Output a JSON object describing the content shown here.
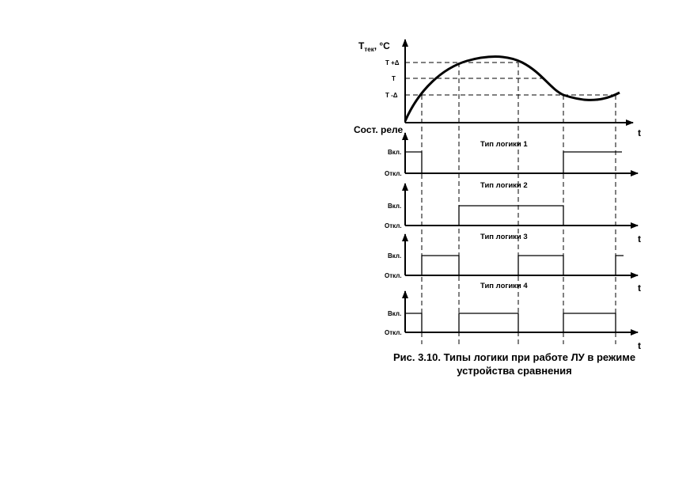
{
  "temperature_plot": {
    "y_label": "T",
    "y_label_sub": "тек",
    "y_label_unit": ", °C",
    "levels": [
      "T +Δ",
      "T",
      "T -Δ"
    ]
  },
  "relay_label": "Сост. реле",
  "time_label": "t",
  "on_label": "Вкл.",
  "off_label": "Откл.",
  "logic_types": [
    {
      "title": "Тип логики 1",
      "intervals": [
        [
          0,
          1
        ],
        [
          4,
          5
        ]
      ]
    },
    {
      "title": "Тип логики 2",
      "intervals": [
        [
          2,
          4
        ]
      ]
    },
    {
      "title": "Тип логики 3",
      "intervals": [
        [
          1,
          2
        ],
        [
          3,
          4
        ],
        [
          5,
          5.1
        ]
      ]
    },
    {
      "title": "Тип логики 4",
      "intervals": [
        [
          0,
          1
        ],
        [
          2,
          3
        ],
        [
          4,
          5
        ]
      ]
    }
  ],
  "caption_line1": "Рис. 3.10. Типы логики при работе ЛУ в режиме",
  "caption_line2": "устройства сравнения"
}
